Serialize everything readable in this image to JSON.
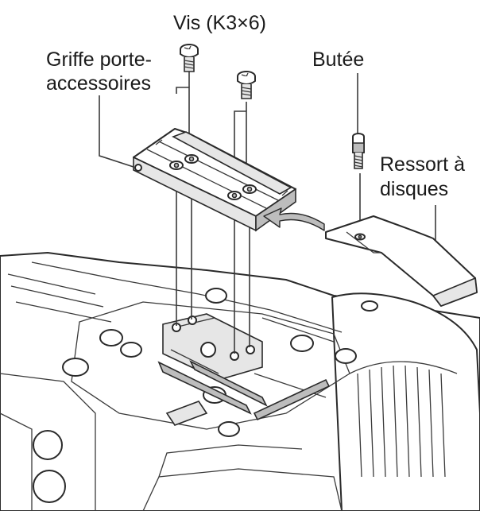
{
  "labels": {
    "screws": "Vis (K3×6)",
    "shoe_line1": "Griffe porte-",
    "shoe_line2": "accessoires",
    "stopper": "Butée",
    "spring_line1": "Ressort à",
    "spring_line2": "disques"
  },
  "colors": {
    "line": "#2a2a2a",
    "fill_light": "#e6e6e6",
    "fill_dark": "#bdbdbd",
    "arrow": "#bdbdbd"
  },
  "icons": [
    "screw-icon",
    "stopper-icon",
    "arrow-icon"
  ]
}
